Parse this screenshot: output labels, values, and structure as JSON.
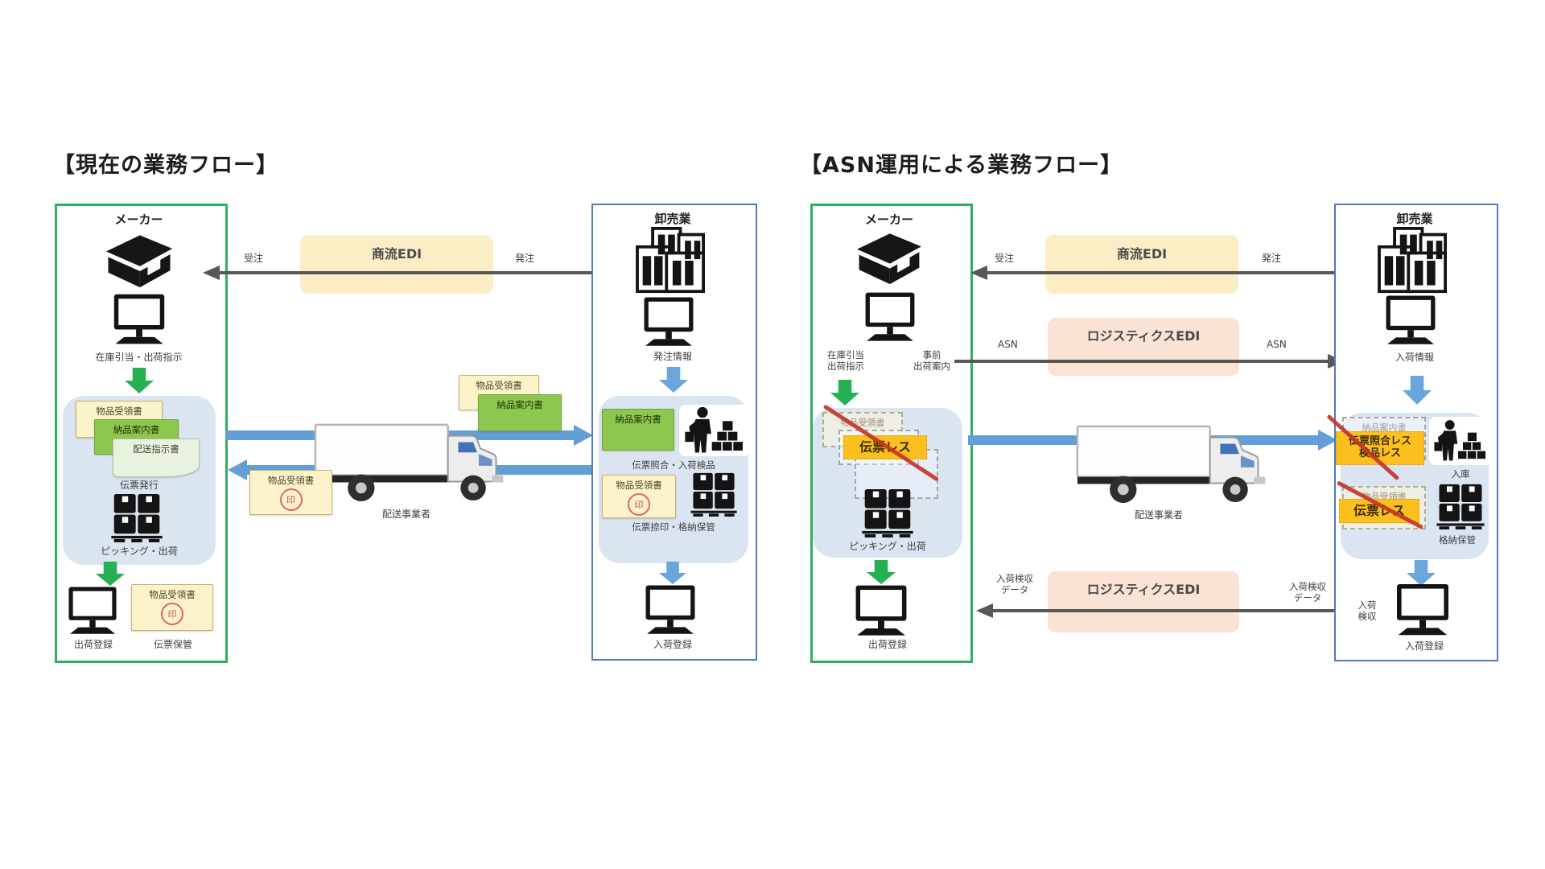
{
  "left_flow": {
    "title": "【現在の業務フロー】",
    "maker": {
      "name": "メーカー",
      "inventory_label": "在庫引当・出荷指示",
      "doc_receipt": "物品受領書",
      "doc_delivery": "納品案内書",
      "doc_dispatch": "配送指示書",
      "issue_label": "伝票発行",
      "picking_label": "ピッキング・出荷",
      "ship_reg_label": "出荷登録",
      "keep_doc": "物品受領書",
      "keep_stamp": "印",
      "keep_label": "伝票保管"
    },
    "edi_commerce": {
      "label": "商流EDI",
      "left_label": "受注",
      "right_label": "発注"
    },
    "transit": {
      "doc_receipt": "物品受領書",
      "doc_delivery": "納品案内書",
      "carrier_label": "配送事業者",
      "return_doc": "物品受領書",
      "return_stamp": "印"
    },
    "wholesaler": {
      "name": "卸売業",
      "order_info_label": "発注情報",
      "doc_delivery": "納品案内書",
      "verify_label": "伝票照合・入荷検品",
      "doc_receipt": "物品受領書",
      "receipt_stamp": "印",
      "store_label": "伝票捺印・格納保管",
      "arrival_reg_label": "入荷登録"
    }
  },
  "right_flow": {
    "title": "【ASN運用による業務フロー】",
    "maker": {
      "name": "メーカー",
      "inventory_label": "在庫引当\n出荷指示",
      "advance_label": "事前\n出荷案内",
      "ghost_doc_receipt": "物品受領書",
      "ghost_doc_delivery": "納品案内書",
      "slipless_label": "伝票レス",
      "picking_label": "ピッキング・出荷",
      "ship_reg_label": "出荷登録"
    },
    "edi_commerce": {
      "label": "商流EDI",
      "left_label": "受注",
      "right_label": "発注"
    },
    "edi_logistics_asn": {
      "label": "ロジスティクスEDI",
      "left_label": "ASN",
      "right_label": "ASN"
    },
    "edi_logistics_recv": {
      "label": "ロジスティクスEDI",
      "left_label": "入荷検収\nデータ",
      "right_label": "入荷検収\nデータ"
    },
    "transit": {
      "carrier_label": "配送事業者"
    },
    "wholesaler": {
      "name": "卸売業",
      "arrival_info_label": "入荷情報",
      "ghost_doc_delivery": "納品案内書",
      "verifyless_label": "伝票照合レス\n検品レス",
      "inbound_label": "入庫",
      "ghost_doc_receipt": "物品受領書",
      "slipless_label": "伝票レス",
      "store_label": "格納保管",
      "arrival_insp_label": "入荷\n検収",
      "arrival_reg_label": "入荷登録"
    }
  },
  "colors": {
    "maker_border": "#2fb05f",
    "wholesaler_border": "#4a7cc2",
    "edi_commerce_bg": "#fbeec5",
    "edi_logistics_bg": "#fae2d4",
    "process_area_bg": "#dbe5f2",
    "slipless_bg": "#fcc01e",
    "strike_red": "#c5342b"
  }
}
